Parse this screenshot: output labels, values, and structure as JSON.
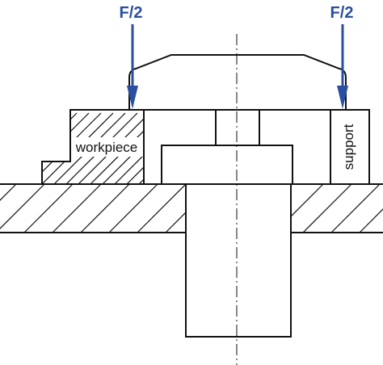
{
  "forces": {
    "left_label": "F/2",
    "right_label": "F/2"
  },
  "parts": {
    "workpiece_label": "workpiece",
    "support_label": "support"
  },
  "colors": {
    "force_arrow": "#2a4fa0",
    "line": "#111111",
    "background": "#ffffff"
  }
}
